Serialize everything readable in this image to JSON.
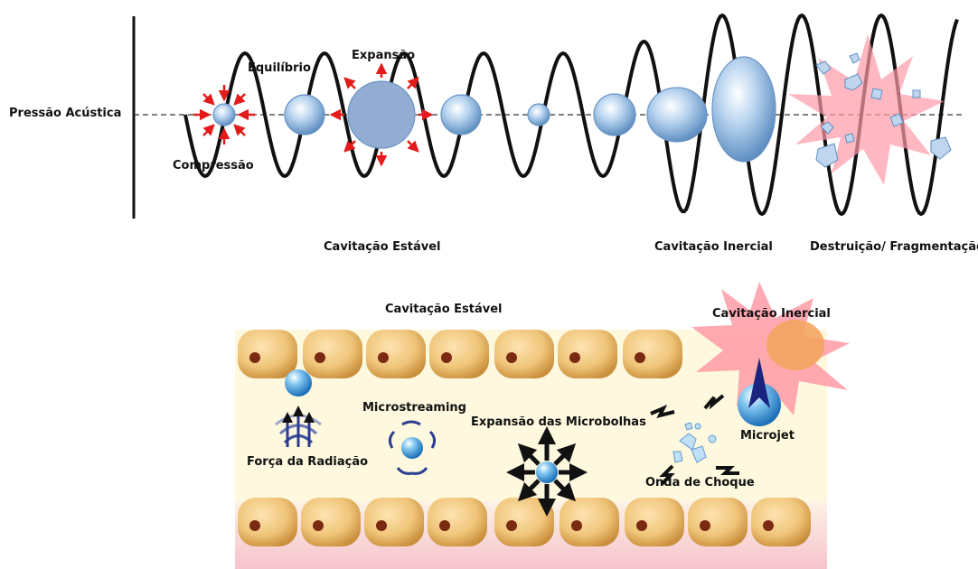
{
  "top": {
    "y_axis_label": "Pressão Acústica",
    "bubble_labels": {
      "compression": "Compressão",
      "equilibrium": "Equilíbrio",
      "expansion": "Expansão"
    },
    "phase_labels": {
      "stable": "Cavitação Estável",
      "inertial": "Cavitação Inercial",
      "destruction": "Destruição/ Fragmentação"
    }
  },
  "bottom": {
    "stable_title": "Cavitação Estável",
    "inertial_title": "Cavitação Inercial",
    "effects": {
      "radiation_force": "Força da Radiação",
      "microstreaming": "Microstreaming",
      "expansion": "Expansão das Microbolhas",
      "shock_wave": "Onda de Choque",
      "microjet": "Microjet"
    }
  },
  "colors": {
    "wave": "#111111",
    "arrow": "#e31b1b",
    "bubble": "#9fc3e6",
    "cell": "#f0c57a",
    "nucleus": "#7a2a10",
    "vessel_bg": "#fdf8de",
    "tissue": "#f7d0d6",
    "burst": "#ff9aa6"
  }
}
